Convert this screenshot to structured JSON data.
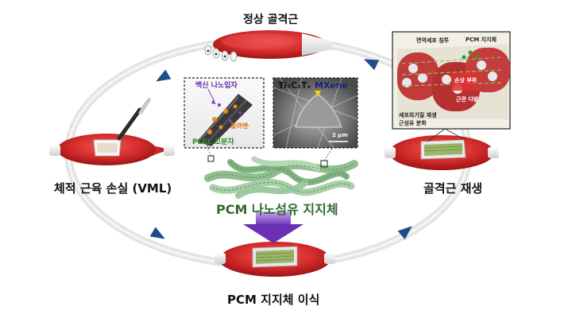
{
  "labels": {
    "normal_muscle": "정상 골격근",
    "vml": "체적 근육 손실 (VML)",
    "regeneration": "골격근 재생",
    "implant": "PCM 지지체 이식",
    "scaffold": "PCM 나노섬유 지지체"
  },
  "nanofiber_inset": {
    "vaccine_np": "백신 나노입자",
    "collagen": "콜라겐",
    "plcl": "PLCL 고분자"
  },
  "sem_inset": {
    "mxene_formula": "Ti₃C₂Tₓ",
    "mxene_name": "MXene",
    "scale_bar": "2 μm"
  },
  "regen_inset": {
    "macrophage": "면역세포 침투",
    "pcm_scaffold": "PCM 지지체",
    "damage_site": "손상 부위",
    "muscle_bundle": "근관 다발",
    "bullet_ecm": "세포외기질 재생",
    "bullet_fiber": "근섬유 분화"
  },
  "colors": {
    "muscle": "#d42a2a",
    "arrow": "#1d4e89",
    "scaffold": "#8fbf8f",
    "ring": "#e6e6e6",
    "accent_purple": "#7a3fc0"
  }
}
